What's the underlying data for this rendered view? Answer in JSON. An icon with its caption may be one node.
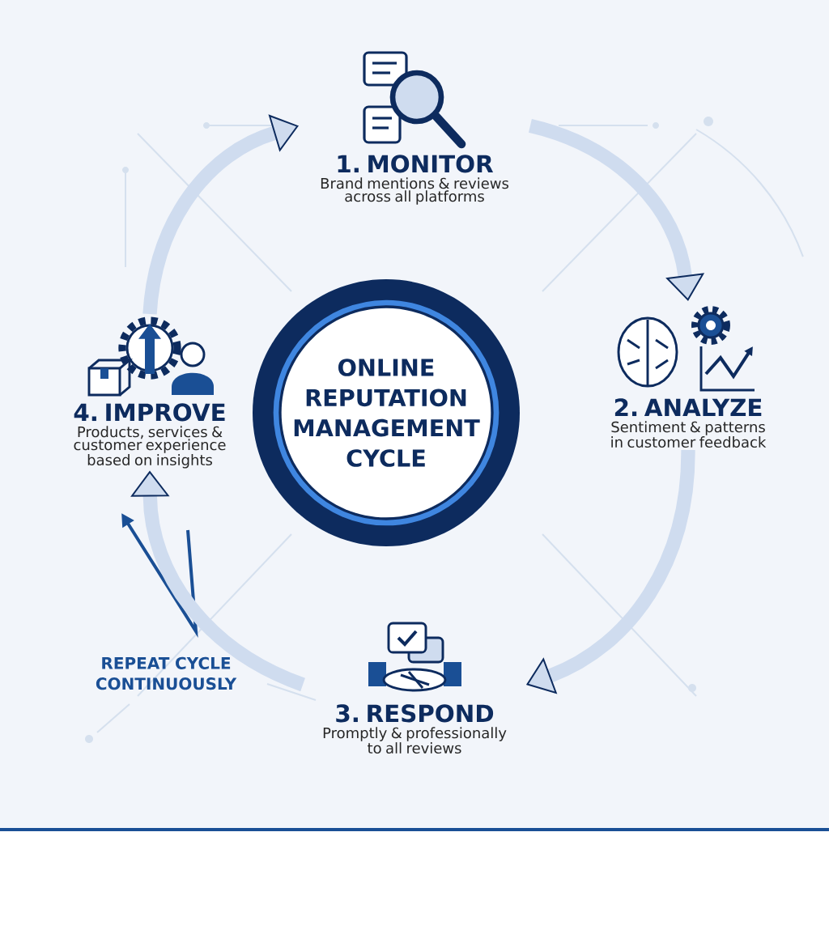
{
  "diagram": {
    "nodes": [
      {
        "text": [
          "ONLINE REPUTATION MANAGEMENT CYCLE"
        ]
      },
      {
        "text": [
          "1. MONITOR",
          "Brand mentions & reviews across all platforms"
        ]
      },
      {
        "text": [
          "2. ANALYZE",
          "Sentiment & patterns in customer feedback"
        ]
      },
      {
        "text": [
          "3. RESPOND",
          "Promptly & professionally to all reviews"
        ]
      },
      {
        "text": [
          "4. IMPROVE",
          "Products, services & customer experience based on insights"
        ]
      }
    ],
    "edges": [
      {
        "from": 1,
        "to": 2,
        "arrow": "to"
      },
      {
        "from": 2,
        "to": 3,
        "arrow": "to"
      },
      {
        "from": 3,
        "to": 4,
        "arrow": "to"
      },
      {
        "from": 4,
        "to": 1,
        "arrow": "to"
      }
    ],
    "labels": [
      "REPEAT CYCLE CONTINUOUSLY"
    ]
  }
}
